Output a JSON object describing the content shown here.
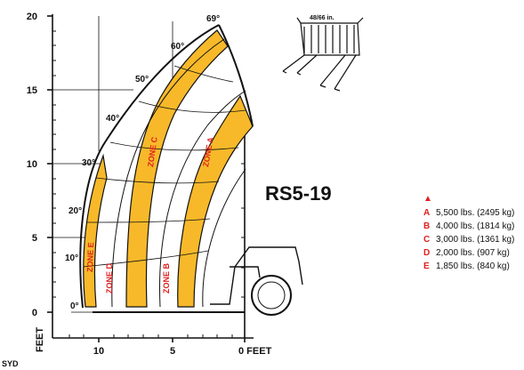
{
  "model": "RS5-19",
  "attachment_label": "48/66 in.",
  "cutoff_text": "SYD",
  "legend": {
    "marker": "▲",
    "items": [
      {
        "letter": "A",
        "text": "5,500 lbs. (2495 kg)"
      },
      {
        "letter": "B",
        "text": "4,000 lbs. (1814 kg)"
      },
      {
        "letter": "C",
        "text": "3,000 lbs. (1361 kg)"
      },
      {
        "letter": "D",
        "text": "2,000 lbs. (907 kg)"
      },
      {
        "letter": "E",
        "text": "1,850 lbs. (840 kg)"
      }
    ]
  },
  "axes": {
    "y_label": "FEET",
    "x_label_end": "0 FEET",
    "y_ticks": [
      "0",
      "5",
      "10",
      "15",
      "20"
    ],
    "x_ticks": [
      "10",
      "5"
    ]
  },
  "angles": [
    "0°",
    "10°",
    "20°",
    "30°",
    "40°",
    "50°",
    "60°",
    "69°"
  ],
  "zones": [
    "ZONE A",
    "ZONE B",
    "ZONE C",
    "ZONE D",
    "ZONE E"
  ],
  "colors": {
    "zone_fill": "#f7b92a",
    "zone_text": "#e02020",
    "legend_letter": "#e02020",
    "ink": "#111111"
  }
}
